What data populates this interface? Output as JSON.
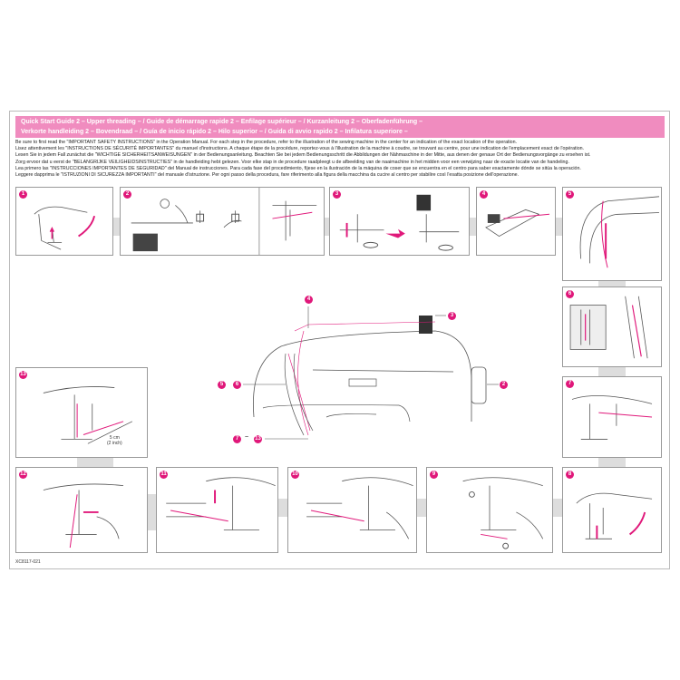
{
  "banner": {
    "line1": "Quick Start Guide 2 – Upper threading – / Guide de démarrage rapide 2 – Enfilage supérieur – / Kurzanleitung 2 – Oberfadenführung –",
    "line2": "Verkorte handleiding 2 – Bovendraad – / Guía de inicio rápido 2 – Hilo superior – / Guida di avvio rapido 2 – Infilatura superiore –"
  },
  "intro": [
    "Be sure to first read the \"IMPORTANT SAFETY INSTRUCTIONS\" in the Operation Manual. For each step in the procedure, refer to the illustration of the sewing machine in the center for an indication of the exact location of the operation.",
    "Lisez attentivement les \"INSTRUCTIONS DE SÉCURITÉ IMPORTANTES\" du manuel d'instructions. A chaque étape de la procédure, reportez-vous à l'illustration de la machine à coudre, se trouvant au centre, pour une indication de l'emplacement exact de l'opération.",
    "Lesen Sie in jedem Fall zunächst die \"WICHTIGE SICHERHEITSANWEISUNGEN\" in der Bedienungsanleitung. Beachten Sie bei jedem Bedienungsschritt die Abbildungen der Nähmaschine in der Mitte, aus denen der genaue Ort der Bedienungsvorgänge zu ersehen ist.",
    "Zorg ervoor dat u eerst de \"BELANGRIJKE VEILIGHEIDSINSTRUCTIES\" in de handleiding hebt gelezen. Voor elke stap in de procedure raadpleegt u de afbeelding van de naaimachine in het midden voor een verwijzing naar de exacte locatie van de handeling.",
    "Lea primero las \"INSTRUCCIONES IMPORTANTES DE SEGURIDAD\" del Manual de instrucciones. Para cada fase del procedimiento, fíjese en la ilustración de la máquina de coser que se encuentra en el centro para saber exactamente dónde se sitúa la operación.",
    "Leggere dapprima le \"ISTRUZIONI DI SICUREZZA IMPORTANTI\" del manuale d'istruzione. Per ogni passo della procedura, fare riferimento alla figura della macchina da cucire al centro per stabilire così l'esatta posizione dell'operazione."
  ],
  "steps": [
    "1",
    "2",
    "3",
    "4",
    "5",
    "6",
    "7",
    "8",
    "9",
    "10",
    "11",
    "12",
    "13"
  ],
  "callouts": {
    "c2": "2",
    "c3": "3",
    "c4": "4",
    "c5": "5",
    "c6": "6",
    "c7": "7",
    "c13": "13",
    "range": "~"
  },
  "step13_label": {
    "cm": "5 cm",
    "inch": "(2 inch)"
  },
  "document_code": "XC8117-021",
  "colors": {
    "accent": "#e0187a",
    "banner": "#f08cbf"
  }
}
